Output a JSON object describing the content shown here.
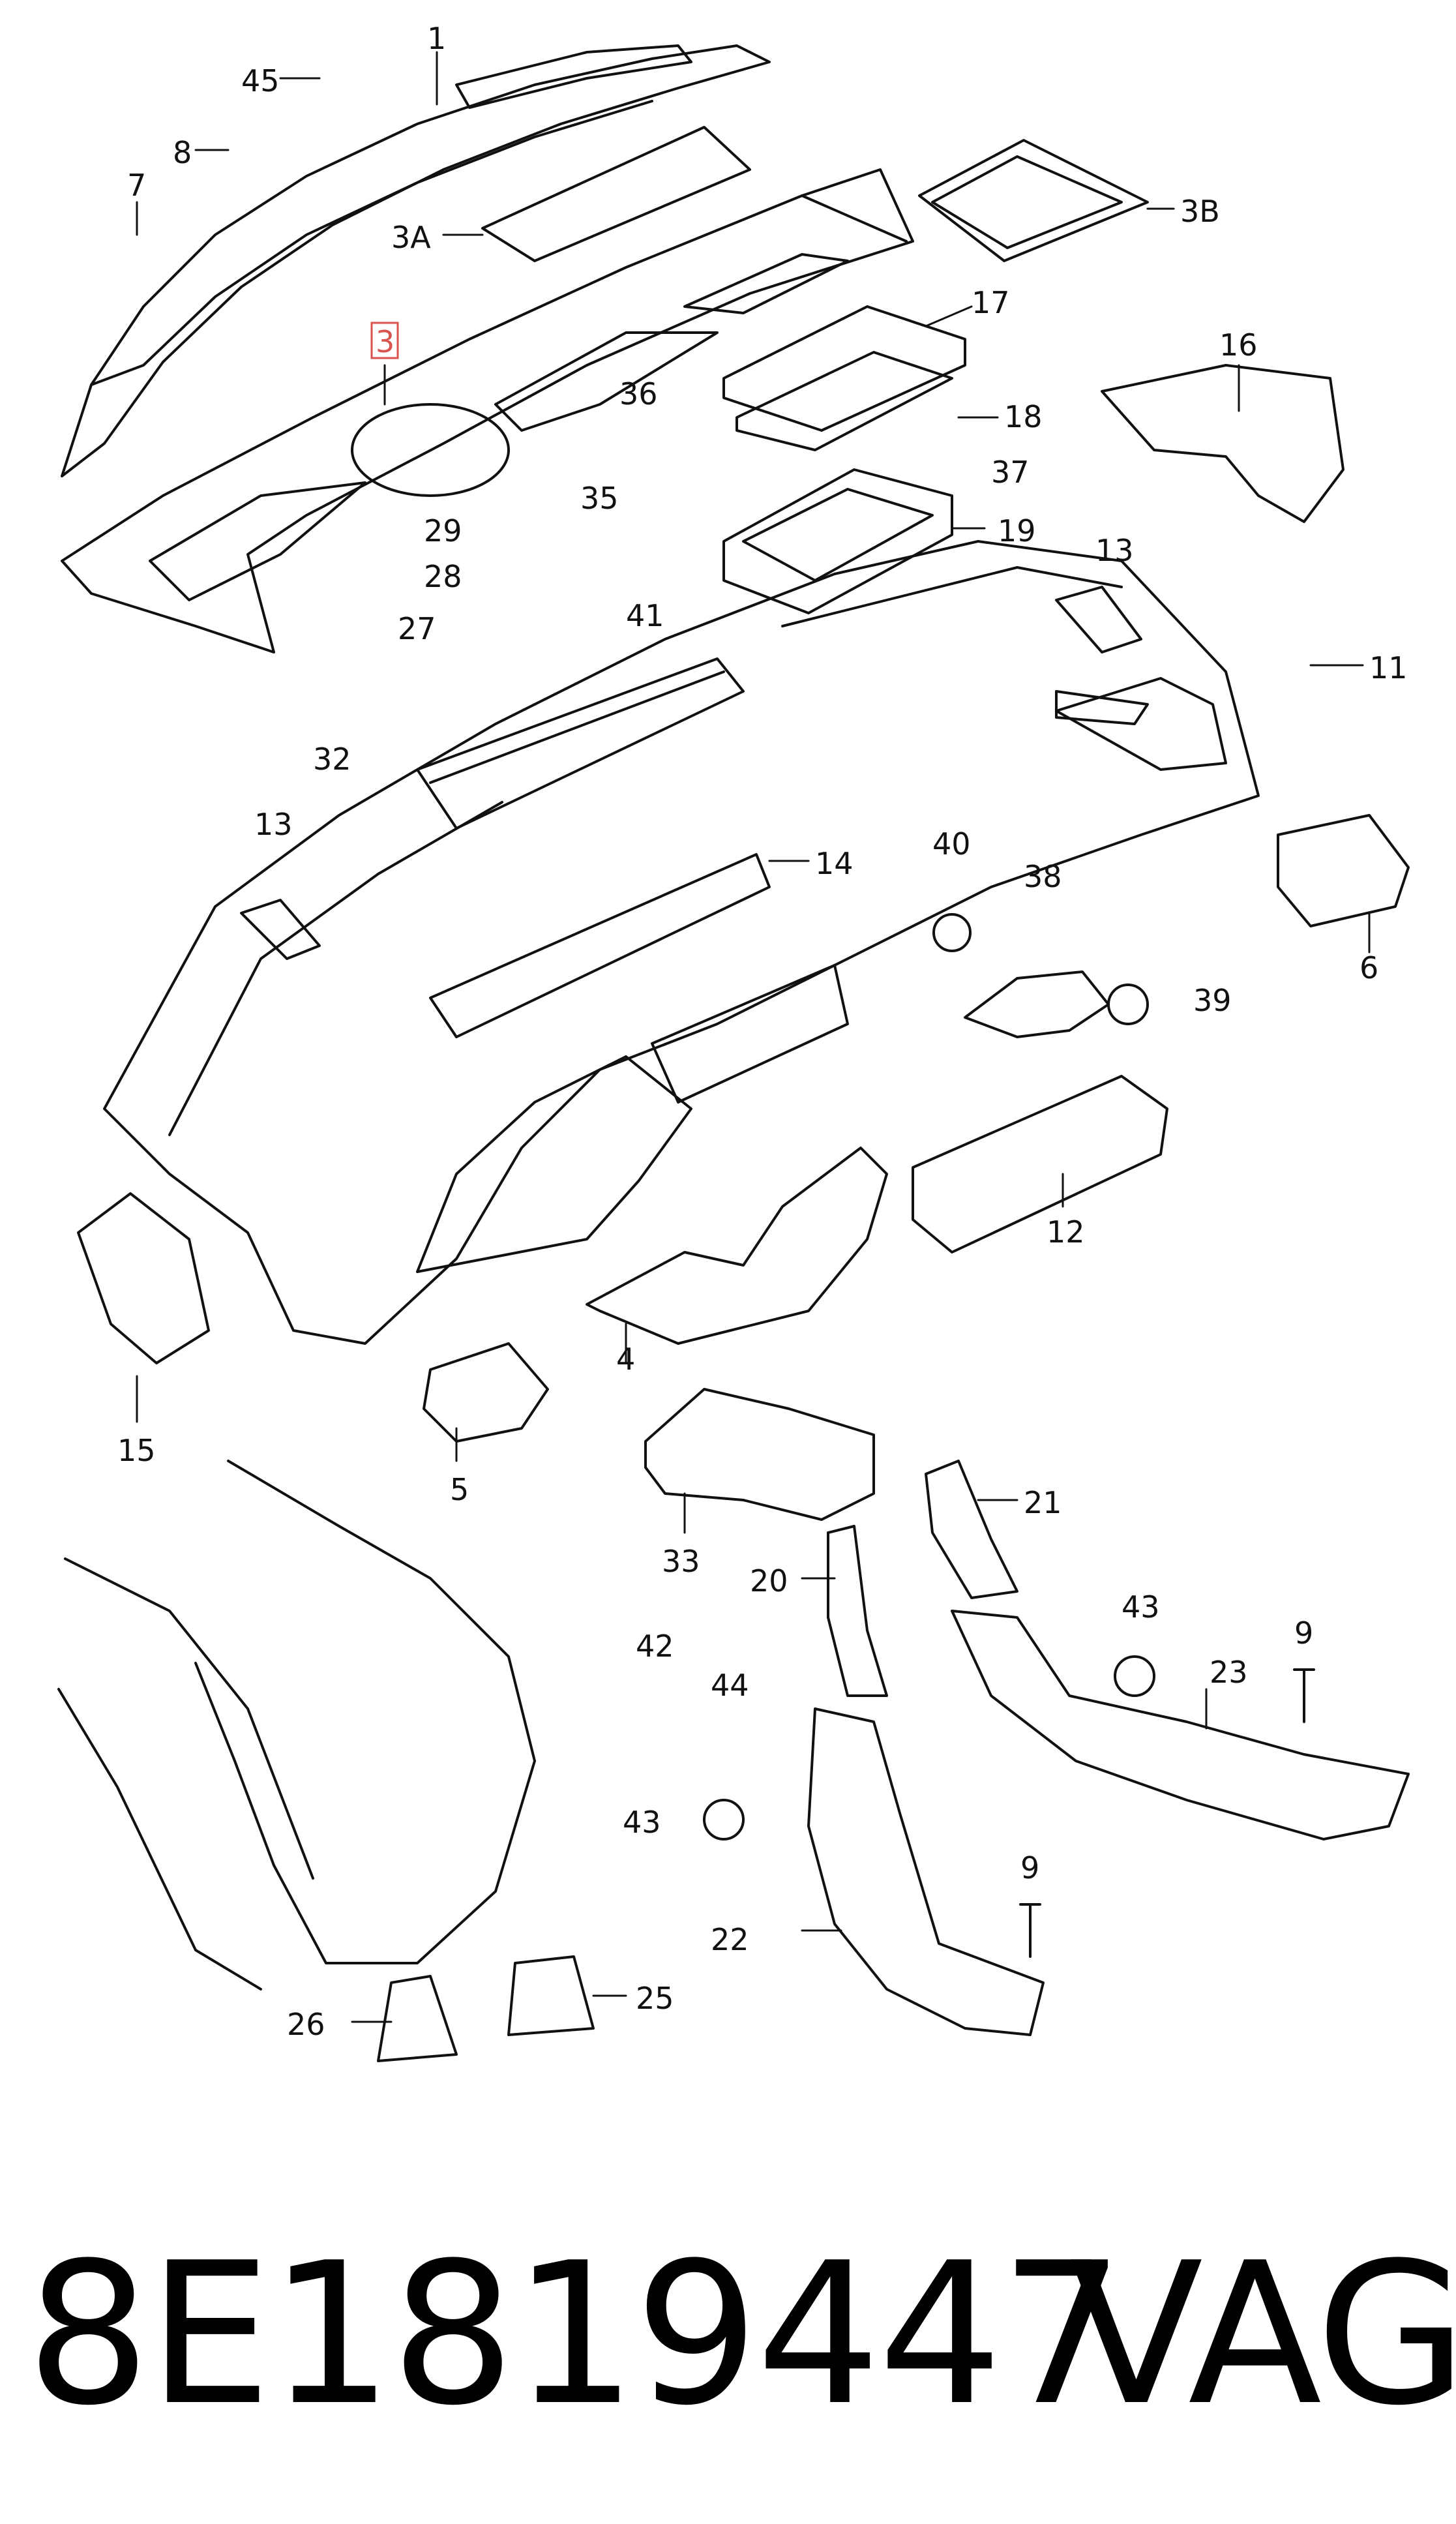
{
  "diagram": {
    "labels": [
      "45",
      "1",
      "8",
      "7",
      "3A",
      "3B",
      "3",
      "17",
      "18",
      "36",
      "37",
      "35",
      "29",
      "28",
      "27",
      "41",
      "19",
      "16",
      "13",
      "11",
      "32",
      "14",
      "40",
      "38",
      "39",
      "6",
      "13",
      "12",
      "15",
      "4",
      "5",
      "33",
      "21",
      "20",
      "42",
      "44",
      "43",
      "22",
      "26",
      "25",
      "9",
      "43",
      "23",
      "9"
    ],
    "highlighted_label": "3",
    "highlight_color": "#d9534f",
    "line_color": "#111111"
  },
  "footer": {
    "part_number": "8E1819447",
    "brand": "VAG"
  }
}
